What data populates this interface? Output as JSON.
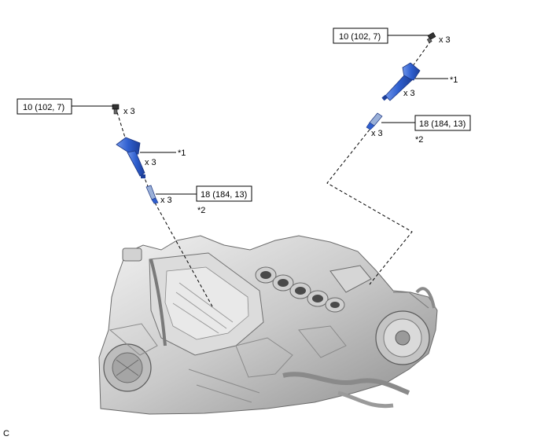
{
  "left": {
    "bolt_torque": "10 (102, 7)",
    "bolt_qty": "x 3",
    "coil_qty": "x 3",
    "coil_ref": "*1",
    "plug_torque": "18 (184, 13)",
    "plug_qty": "x 3",
    "plug_ref": "*2"
  },
  "right": {
    "bolt_torque": "10 (102, 7)",
    "bolt_qty": "x 3",
    "coil_qty": "x 3",
    "coil_ref": "*1",
    "plug_torque": "18 (184, 13)",
    "plug_qty": "x 3",
    "plug_ref": "*2"
  },
  "figure_code": "C",
  "colors": {
    "coil_blue": "#2f5fcf",
    "engine_gray": "#b9b9b9"
  }
}
